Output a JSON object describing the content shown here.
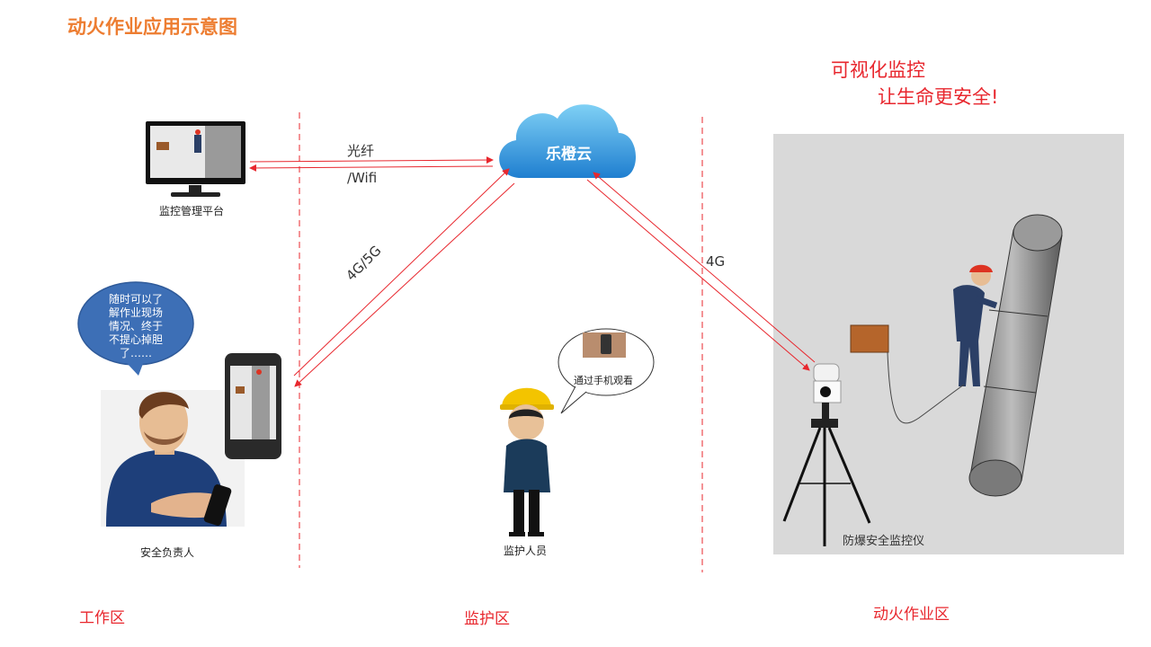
{
  "header": {
    "title": "动火作业应用示意图"
  },
  "slogan": {
    "line1": "可视化监控",
    "line2": "让生命更安全!"
  },
  "cloud": {
    "label": "乐橙云"
  },
  "links": {
    "fiber": "光纤",
    "wifi": "/Wifi",
    "mobile_4g5g": "4G/5G",
    "mobile_4g": "4G"
  },
  "nodes": {
    "platform": "监控管理平台",
    "safety_manager": "安全负责人",
    "guard": "监护人员",
    "monitor_device": "防爆安全监控仪"
  },
  "speech": {
    "manager_lines": [
      "随时可以了",
      "解作业现场",
      "情况、终于",
      "不提心掉胆",
      "了……"
    ],
    "guard_thought": "通过手机观看"
  },
  "zones": {
    "work": "工作区",
    "guard": "监护区",
    "hot_work": "动火作业区"
  },
  "colors": {
    "accent_orange": "#ed7d31",
    "accent_red": "#e8272e",
    "cloud_blue": "#2e8fd8",
    "bubble_blue": "#3d6fb6"
  }
}
